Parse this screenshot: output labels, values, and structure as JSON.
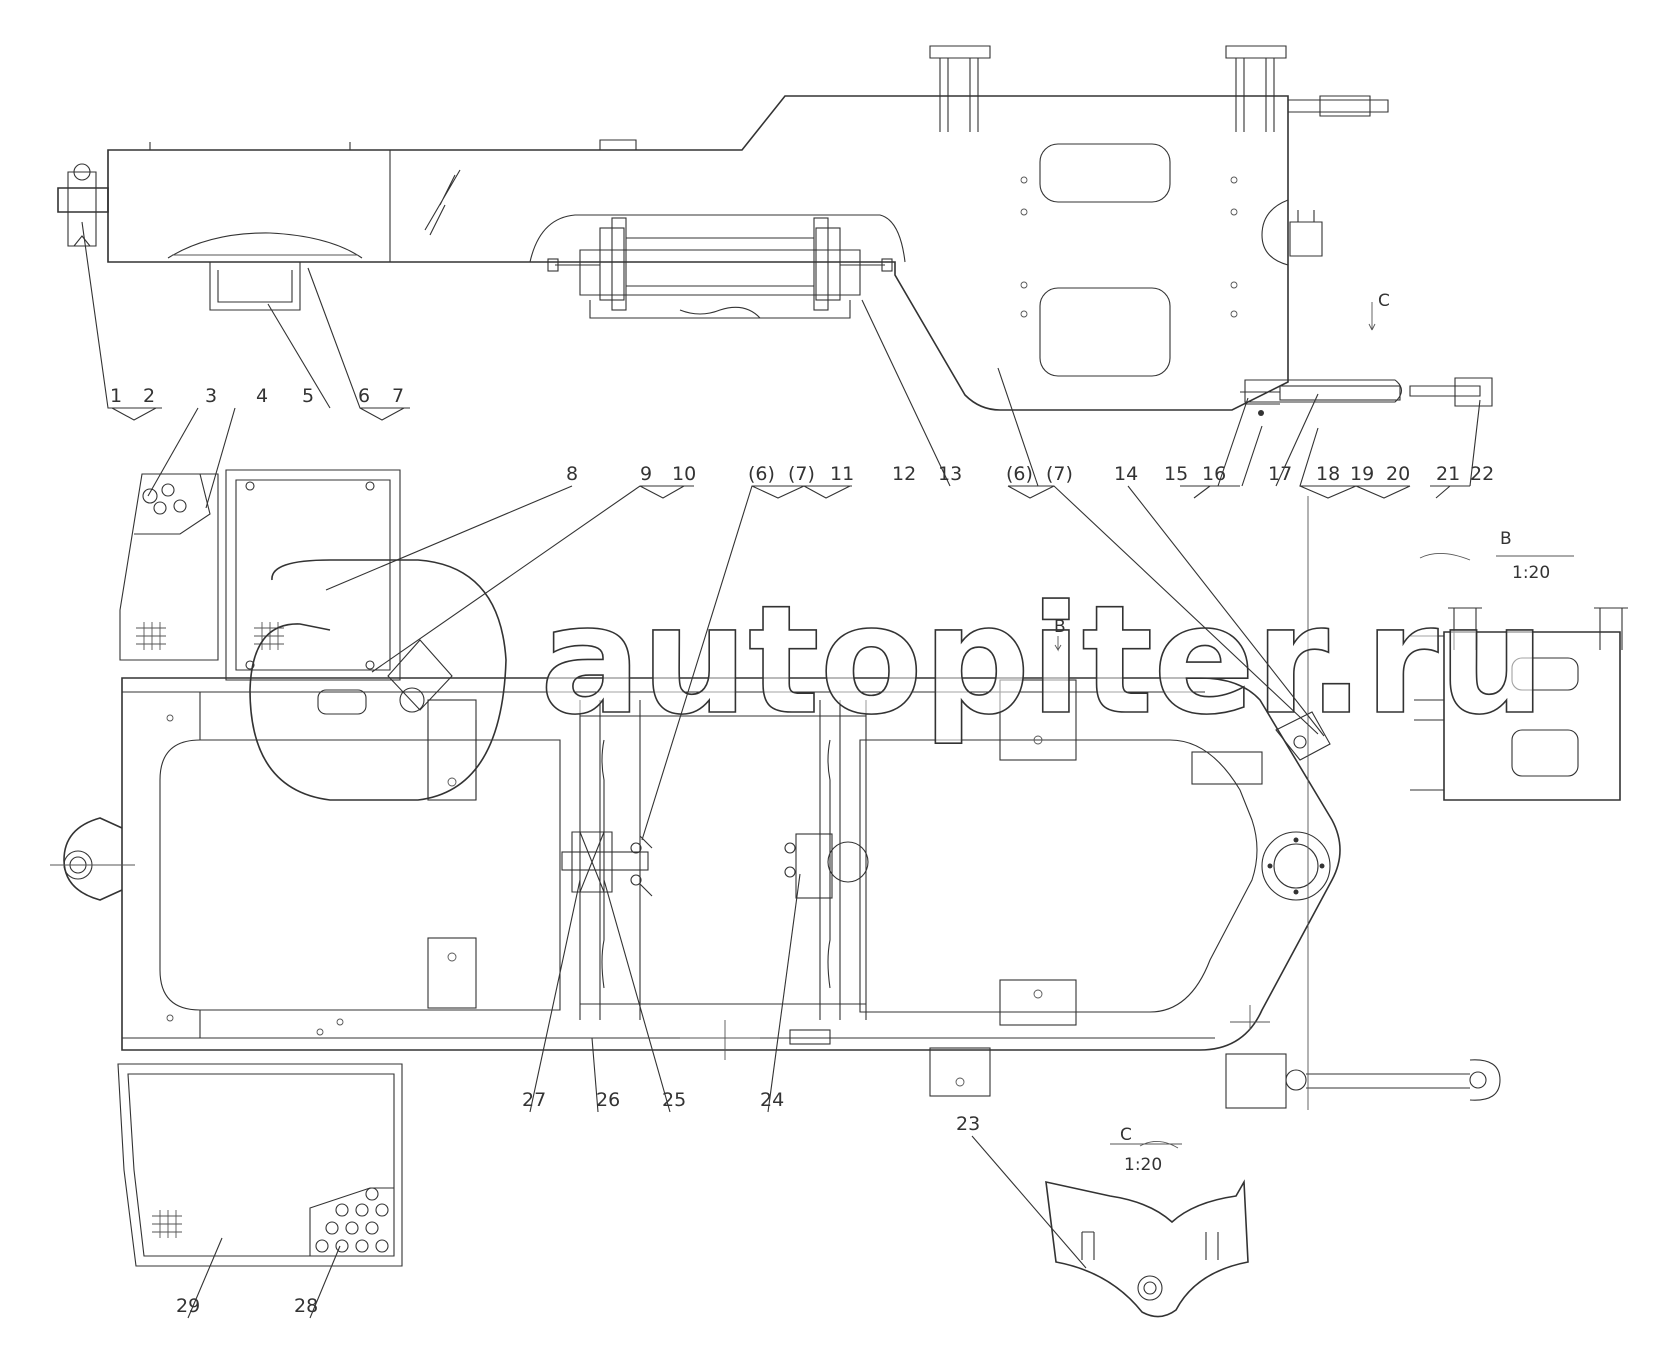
{
  "drawing": {
    "labels": [
      "1",
      "2",
      "3",
      "4",
      "5",
      "6",
      "7",
      "8",
      "9",
      "10",
      "(6)",
      "(7)",
      "11",
      "12",
      "13",
      "(6)",
      "(7)",
      "14",
      "15",
      "16",
      "17",
      "18",
      "19",
      "20",
      "21",
      "22",
      "23",
      "24",
      "25",
      "26",
      "27",
      "28",
      "29"
    ],
    "view_b": {
      "letter": "B",
      "scale": "1:20"
    },
    "view_c": {
      "letter": "C",
      "scale": "1:20"
    },
    "marker_b": "B",
    "marker_c": "C",
    "watermark": "autopiter.ru"
  }
}
